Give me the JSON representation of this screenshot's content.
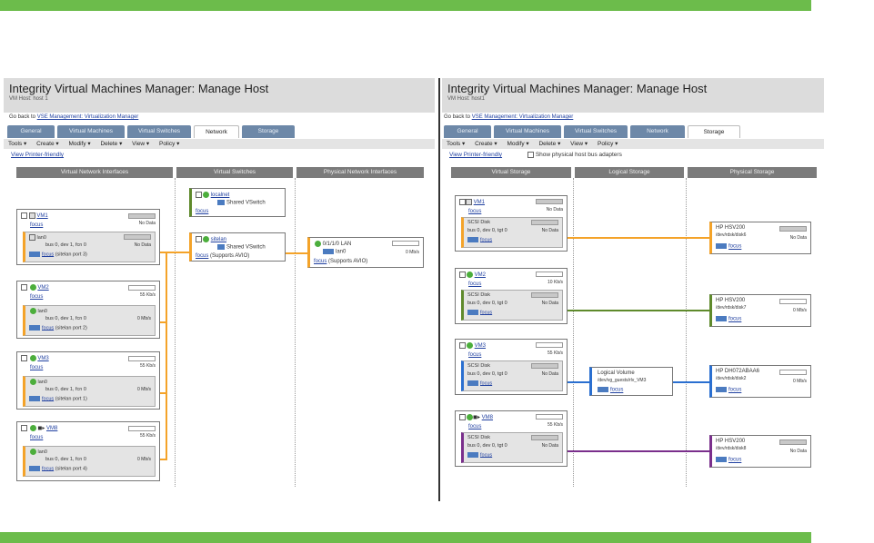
{
  "left": {
    "title": "Integrity Virtual Machines Manager: Manage Host",
    "subtitle": "VM Host: host 1",
    "goback_prefix": "Go back to",
    "goback_link": "VSE Management: Virtualization Manager",
    "tabs": [
      "General",
      "Virtual Machines",
      "Virtual Switches",
      "Network",
      "Storage"
    ],
    "menu": [
      "Tools ▾",
      "Create ▾",
      "Modify ▾",
      "Delete ▾",
      "View ▾",
      "Policy ▾"
    ],
    "printer": "View Printer-friendly",
    "headers": [
      "Virtual Network Interfaces",
      "Virtual Switches",
      "Physical Network Interfaces"
    ],
    "vms": [
      {
        "name": "VM1",
        "focus": "focus",
        "stat": "No Data",
        "nic": "lan0",
        "bus": "bus 0, dev 1, fcn 0",
        "nicstat": "No Data",
        "port": "(sitelan port 3)"
      },
      {
        "name": "VM2",
        "focus": "focus",
        "stat": "55 Kb/s",
        "nic": "lan0",
        "bus": "bus 0, dev 1, fcn 0",
        "nicstat": "0 Mb/s",
        "port": "(sitelan port 2)"
      },
      {
        "name": "VM3",
        "focus": "focus",
        "stat": "55 Kb/s",
        "nic": "lan0",
        "bus": "bus 0, dev 1, fcn 0",
        "nicstat": "0 Mb/s",
        "port": "(sitelan port 1)"
      },
      {
        "name": "VM8",
        "focus": "focus",
        "stat": "55 Kb/s",
        "nic": "lan0",
        "bus": "bus 0, dev 1, fcn 0",
        "nicstat": "0 Mb/s",
        "port": "(sitelan port 4)"
      }
    ],
    "switches": [
      {
        "name": "localnet",
        "type": "Shared VSwitch",
        "focus": "focus"
      },
      {
        "name": "sitelan",
        "type": "Shared VSwitch",
        "focus": "focus",
        "extra": "(Supports AVIO)"
      }
    ],
    "pnic": {
      "name": "0/1/1/0 LAN",
      "dev": "lan0",
      "stat": "0 Mb/s",
      "focus": "focus",
      "extra": "(Supports AVIO)"
    }
  },
  "right": {
    "title": "Integrity Virtual Machines Manager: Manage Host",
    "subtitle": "VM Host: host1",
    "goback_prefix": "Go back to",
    "goback_link": "VSE Management: Virtualization Manager",
    "tabs": [
      "General",
      "Virtual Machines",
      "Virtual Switches",
      "Network",
      "Storage"
    ],
    "menu": [
      "Tools ▾",
      "Create ▾",
      "Modify ▾",
      "Delete ▾",
      "View ▾",
      "Policy ▾"
    ],
    "printer": "View Printer-friendly",
    "show_adapters": "Show physical host bus adapters",
    "headers": [
      "Virtual Storage",
      "Logical Storage",
      "Physical Storage"
    ],
    "vms": [
      {
        "name": "VM1",
        "focus": "focus",
        "stat": "No Data",
        "disk": "SCSI Disk",
        "bus": "bus 0, dev 0, tgt 0",
        "dstat": "No Data"
      },
      {
        "name": "VM2",
        "focus": "focus",
        "stat": "10 Kb/s",
        "disk": "SCSI Disk",
        "bus": "bus 0, dev 0, tgt 0",
        "dstat": "No Data"
      },
      {
        "name": "VM3",
        "focus": "focus",
        "stat": "55 Kb/s",
        "disk": "SCSI Disk",
        "bus": "bus 0, dev 0, tgt 0",
        "dstat": "No Data"
      },
      {
        "name": "VM8",
        "focus": "focus",
        "stat": "55 Kb/s",
        "disk": "SCSI Disk",
        "bus": "bus 0, dev 0, tgt 0",
        "dstat": "No Data"
      }
    ],
    "logical": {
      "name": "Logical Volume",
      "path": "/dev/vg_guests/rlv_VM3",
      "focus": "focus"
    },
    "phys": [
      {
        "name": "HP HSV200",
        "path": "/dev/rdsk/disk6",
        "stat": "No Data",
        "focus": "focus"
      },
      {
        "name": "HP HSV200",
        "path": "/dev/rdsk/disk7",
        "stat": "0 Mb/s",
        "focus": "focus"
      },
      {
        "name": "HP DH072ABAA6",
        "path": "/dev/rdsk/disk2",
        "stat": "0 Mb/s",
        "focus": "focus"
      },
      {
        "name": "HP HSV200",
        "path": "/dev/rdsk/disk8",
        "stat": "No Data",
        "focus": "focus"
      }
    ],
    "colors": {
      "vm1": "#f4a329",
      "vm2": "#5f8a2c",
      "vm3": "#2a6fd0",
      "vm8": "#7a2f8c"
    }
  }
}
